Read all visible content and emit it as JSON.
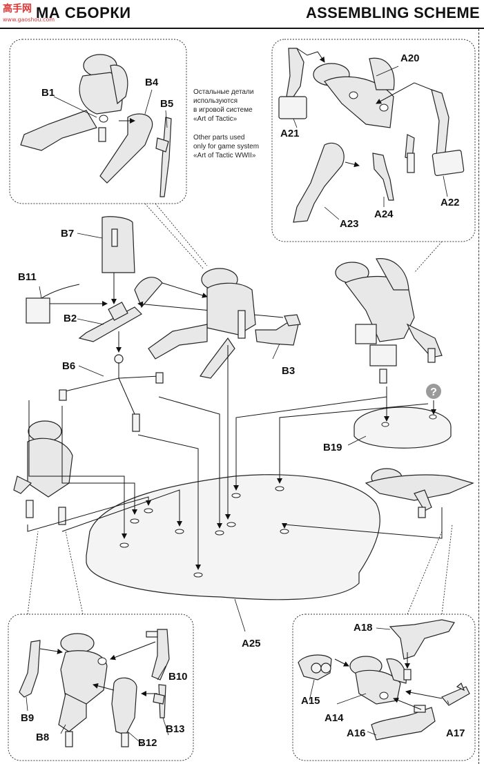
{
  "header": {
    "title_ru": "МА СБОРКИ",
    "title_en": "ASSEMBLING SCHEME",
    "watermark": "高手网",
    "watermark_sub": "www.gaoshou.com"
  },
  "notes": {
    "ru_lines": [
      "Остальные детали",
      "используются",
      "в игровой системе",
      "«Art of Tactic»"
    ],
    "en_lines": [
      "Other parts used",
      "only for game system",
      "«Art of Tactic WWII»"
    ]
  },
  "parts": {
    "B1": "B1",
    "B2": "B2",
    "B3": "B3",
    "B4": "B4",
    "B5": "B5",
    "B6": "B6",
    "B7": "B7",
    "B8": "B8",
    "B9": "B9",
    "B10": "B10",
    "B11": "B11",
    "B12": "B12",
    "B13": "B13",
    "B19": "B19",
    "A14": "A14",
    "A15": "A15",
    "A16": "A16",
    "A17": "A17",
    "A18": "A18",
    "A20": "A20",
    "A21": "A21",
    "A22": "A22",
    "A23": "A23",
    "A24": "A24",
    "A25": "A25"
  },
  "question_mark": "?"
}
